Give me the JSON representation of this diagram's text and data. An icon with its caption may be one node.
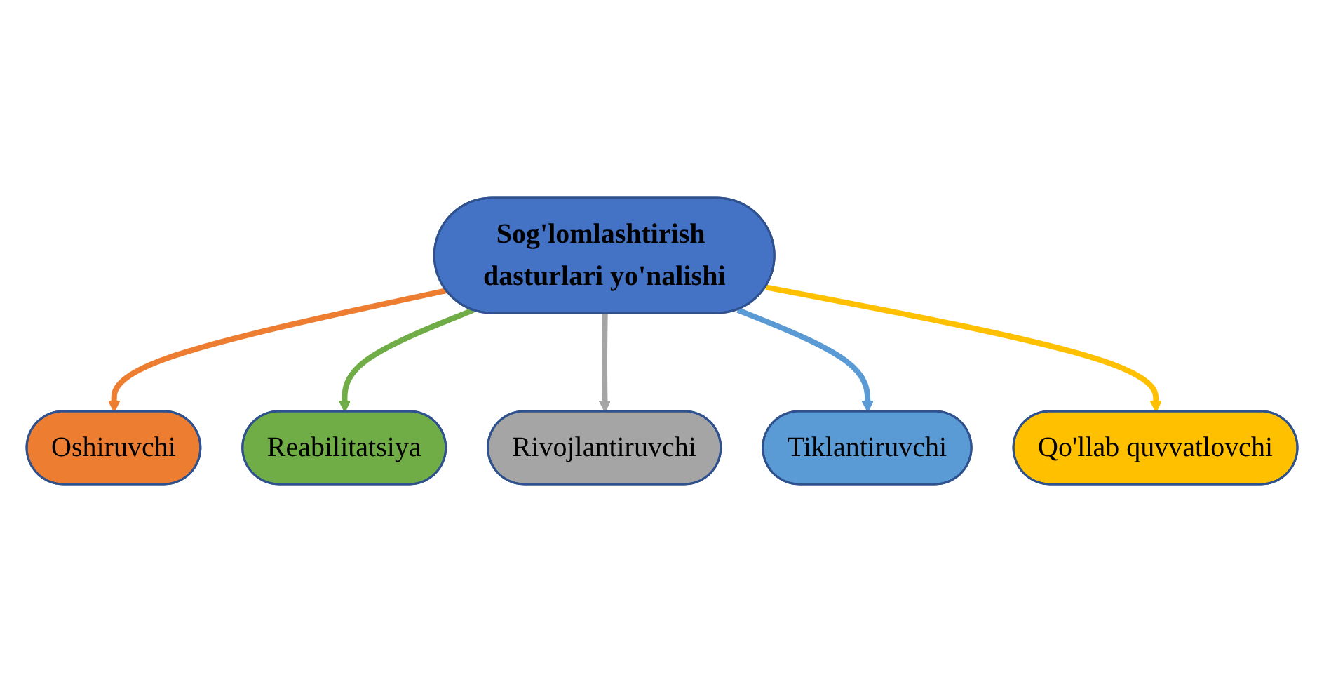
{
  "diagram": {
    "nodes": [
      {
        "text": [
          "Oshiruvchi"
        ]
      },
      {
        "text": [
          "Reabilitatsiya"
        ]
      },
      {
        "text": [
          "Rivojlantiruvchi"
        ]
      },
      {
        "text": [
          "Sog'lomlashtirish dasturlari yo'nalishi"
        ]
      },
      {
        "text": [
          "Tiklantiruvchi"
        ]
      },
      {
        "text": [
          "Qo'llab quvvatlovchi"
        ]
      }
    ],
    "edges": [
      {
        "from": 3,
        "to": 0,
        "arrow": "to",
        "color": "#ed7d31"
      },
      {
        "from": 3,
        "to": 1,
        "arrow": "to",
        "color": "#70ad47"
      },
      {
        "from": 3,
        "to": 2,
        "arrow": "to",
        "color": "#a5a5a5"
      },
      {
        "from": 3,
        "to": 4,
        "arrow": "to",
        "color": "#5b9bd5"
      },
      {
        "from": 3,
        "to": 5,
        "arrow": "to",
        "color": "#ffc000"
      }
    ]
  }
}
